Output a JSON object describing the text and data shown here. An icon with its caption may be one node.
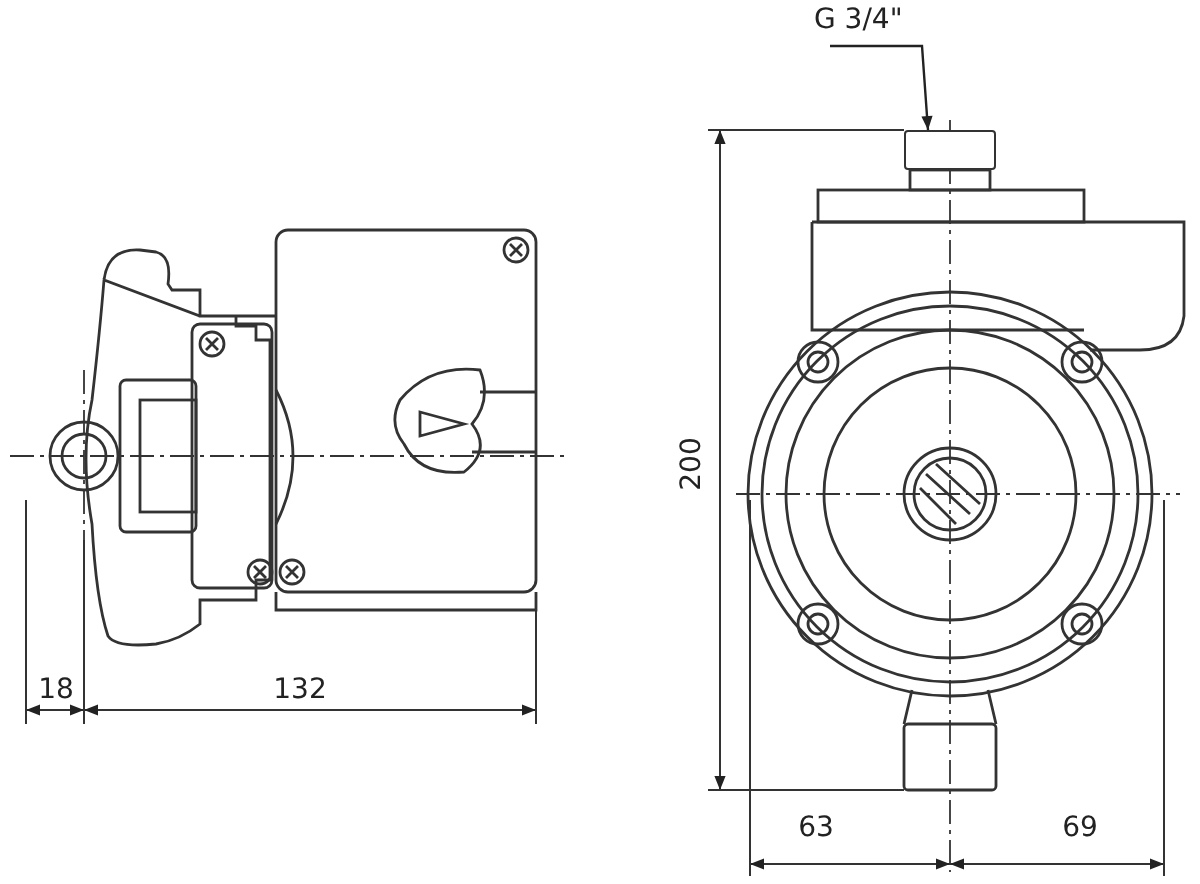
{
  "diagram": {
    "nodes": [
      {
        "text": [
          "G 3/4\""
        ]
      },
      {
        "text": [],
        "shape": "box"
      }
    ],
    "edges": [
      {
        "from": 0,
        "to": 1,
        "arrow": "to"
      }
    ],
    "labels": [
      "200",
      "18",
      "132",
      "63",
      "69"
    ]
  }
}
